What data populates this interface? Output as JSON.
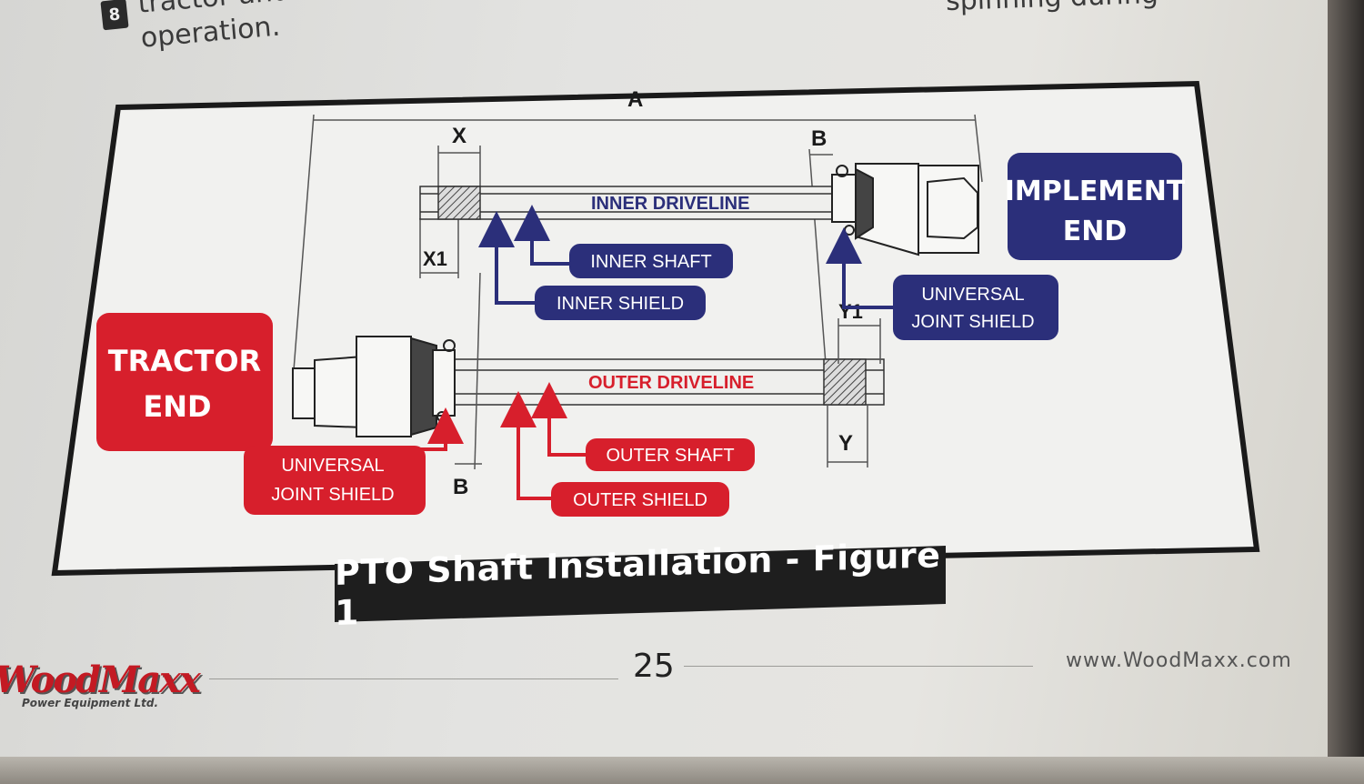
{
  "intro": {
    "step_number": "8",
    "text_left_line1": "tractor and",
    "text_left_line2": "operation.",
    "text_right": "spinning during"
  },
  "diagram": {
    "dimensions": {
      "a": "A",
      "x": "X",
      "x1": "X1",
      "b_top": "B",
      "b_bottom": "B",
      "y": "Y",
      "y1": "Y1"
    },
    "inner_driveline": "INNER DRIVELINE",
    "outer_driveline": "OUTER DRIVELINE",
    "implement_end": {
      "line1": "IMPLEMENT",
      "line2": "END"
    },
    "tractor_end": {
      "line1": "TRACTOR",
      "line2": "END"
    },
    "labels": {
      "inner_shaft": "INNER SHAFT",
      "inner_shield": "INNER SHIELD",
      "outer_shaft": "OUTER SHAFT",
      "outer_shield": "OUTER SHIELD",
      "ujs_implement_line1": "UNIVERSAL",
      "ujs_implement_line2": "JOINT SHIELD",
      "ujs_tractor_line1": "UNIVERSAL",
      "ujs_tractor_line2": "JOINT SHIELD"
    },
    "colors": {
      "blue": "#2b2f7a",
      "red": "#d71f2c"
    }
  },
  "caption": "PTO Shaft Installation - Figure 1",
  "footer": {
    "brand": "WoodMaxx",
    "brand_sub": "Power Equipment Ltd.",
    "page_number": "25",
    "url": "www.WoodMaxx.com"
  }
}
